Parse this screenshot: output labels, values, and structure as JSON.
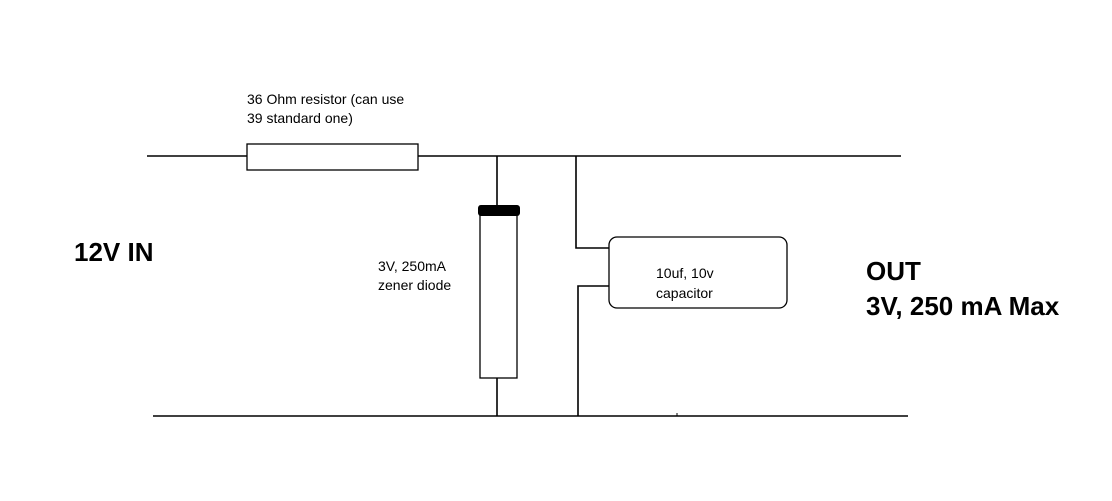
{
  "resistor": {
    "label_line1": "36 Ohm resistor (can use",
    "label_line2": "39 standard one)"
  },
  "zener": {
    "label_line1": "3V, 250mA",
    "label_line2": "zener diode"
  },
  "capacitor": {
    "label_line1": "10uf, 10v",
    "label_line2": "capacitor"
  },
  "input": {
    "label": "12V IN"
  },
  "output": {
    "label_line1": "OUT",
    "label_line2": "3V, 250 mA Max"
  }
}
